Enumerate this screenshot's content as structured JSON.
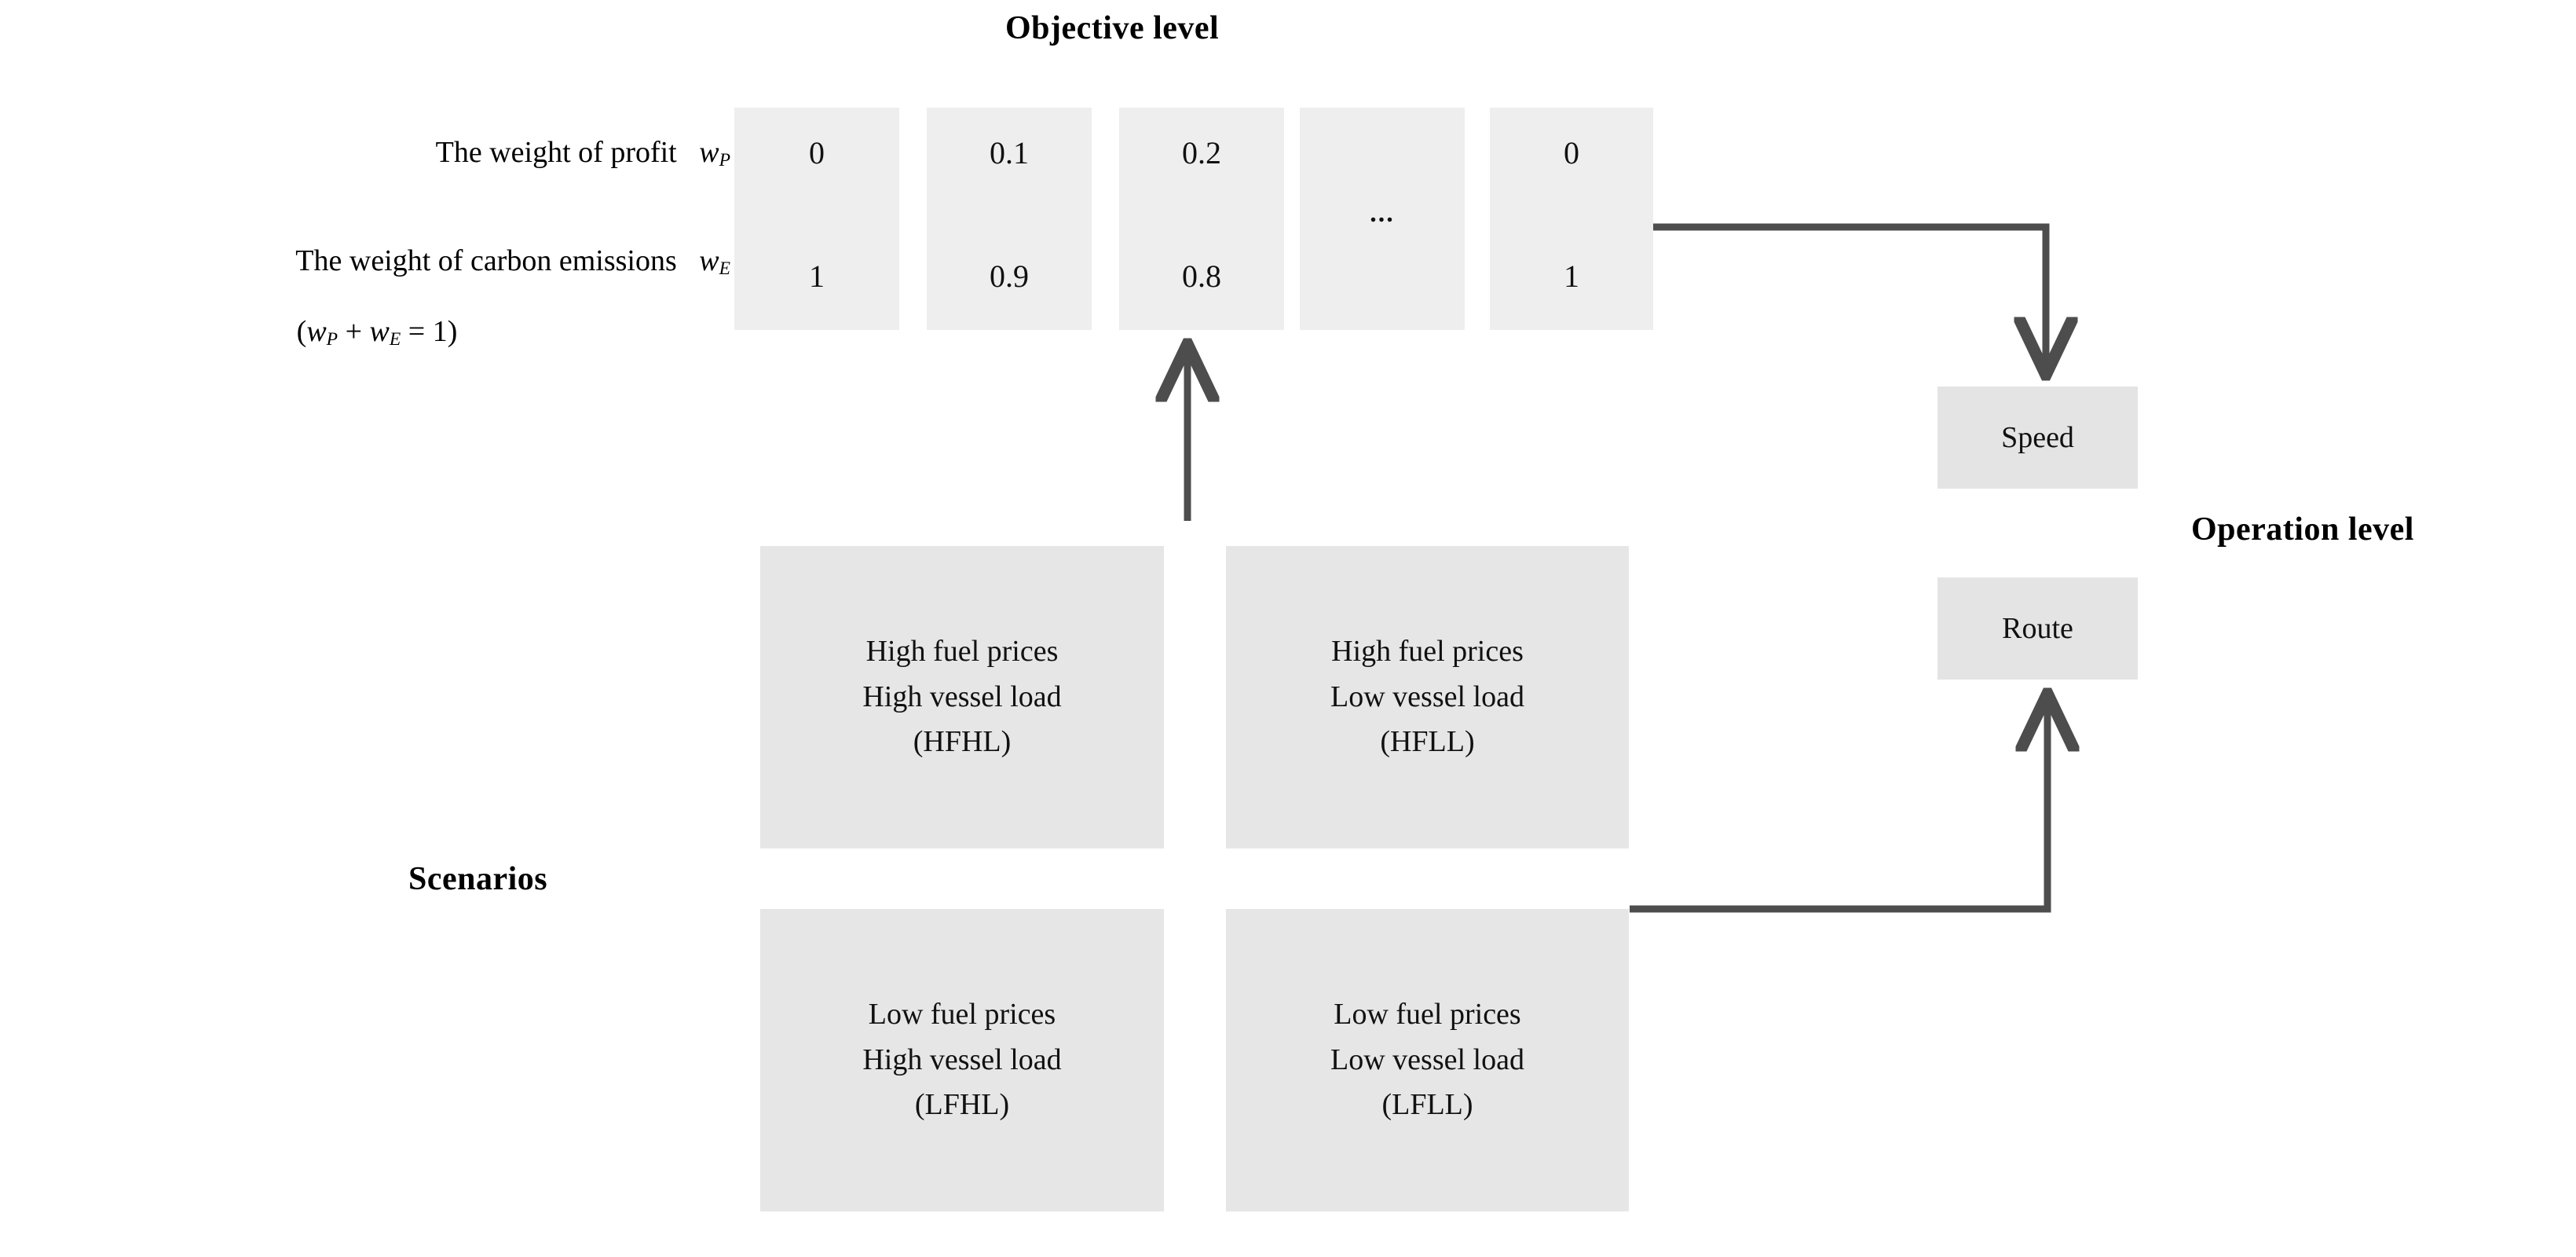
{
  "headings": {
    "objective_level": "Objective level",
    "operation_level": "Operation level",
    "scenarios": "Scenarios"
  },
  "objective": {
    "row_labels": {
      "profit_prefix": "The weight of profit",
      "profit_symbol": "w",
      "profit_subscript": "P",
      "emissions_prefix": "The weight of carbon emissions",
      "emissions_symbol": "w",
      "emissions_subscript": "E",
      "constraint_open": "(",
      "constraint_w1": "w",
      "constraint_w1_sub": "P",
      "constraint_plus": "+",
      "constraint_w2": "w",
      "constraint_w2_sub": "E",
      "constraint_eq": "=",
      "constraint_value": "1",
      "constraint_close": ")"
    },
    "weight_columns": [
      {
        "id": "col-1",
        "profit": "0",
        "emissions": "1",
        "ellipsis": ""
      },
      {
        "id": "col-2",
        "profit": "0.1",
        "emissions": "0.9",
        "ellipsis": ""
      },
      {
        "id": "col-3",
        "profit": "0.2",
        "emissions": "0.8",
        "ellipsis": ""
      },
      {
        "id": "col-4",
        "profit": "",
        "emissions": "",
        "ellipsis": "..."
      },
      {
        "id": "col-5",
        "profit": "0",
        "emissions": "1",
        "ellipsis": ""
      }
    ]
  },
  "scenarios": [
    {
      "id": "hfhl",
      "line1": "High fuel prices",
      "line2": "High vessel load",
      "line3": "(HFHL)"
    },
    {
      "id": "hfll",
      "line1": "High fuel prices",
      "line2": "Low vessel load",
      "line3": "(HFLL)"
    },
    {
      "id": "lfhl",
      "line1": "Low fuel prices",
      "line2": "High vessel load",
      "line3": "(LFHL)"
    },
    {
      "id": "lfll",
      "line1": "Low fuel prices",
      "line2": "Low vessel load",
      "line3": "(LFLL)"
    }
  ],
  "operations": [
    {
      "id": "speed",
      "label": "Speed"
    },
    {
      "id": "route",
      "label": "Route"
    }
  ],
  "colors": {
    "box_fill": "#ececec",
    "scenario_fill": "#e6e6e6",
    "operation_fill": "#e4e4e4",
    "connector": "#4d4d4d",
    "text": "#000000",
    "background": "#ffffff"
  }
}
